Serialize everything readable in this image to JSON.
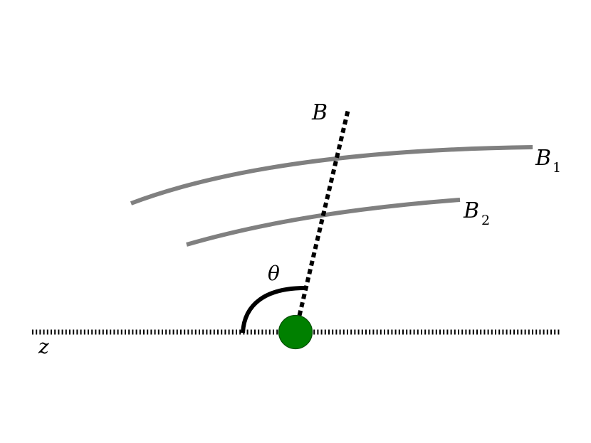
{
  "labels": {
    "line_b": "B",
    "curve_b1_main": "B",
    "curve_b1_sub": "1",
    "curve_b2_main": "B",
    "curve_b2_sub": "2",
    "angle": "θ",
    "axis": "z"
  },
  "colors": {
    "background": "#ffffff",
    "curves": "#808080",
    "dotted_lines": "#000000",
    "angle_arc": "#000000",
    "particle_fill": "#008000",
    "particle_stroke": "#004d00"
  }
}
